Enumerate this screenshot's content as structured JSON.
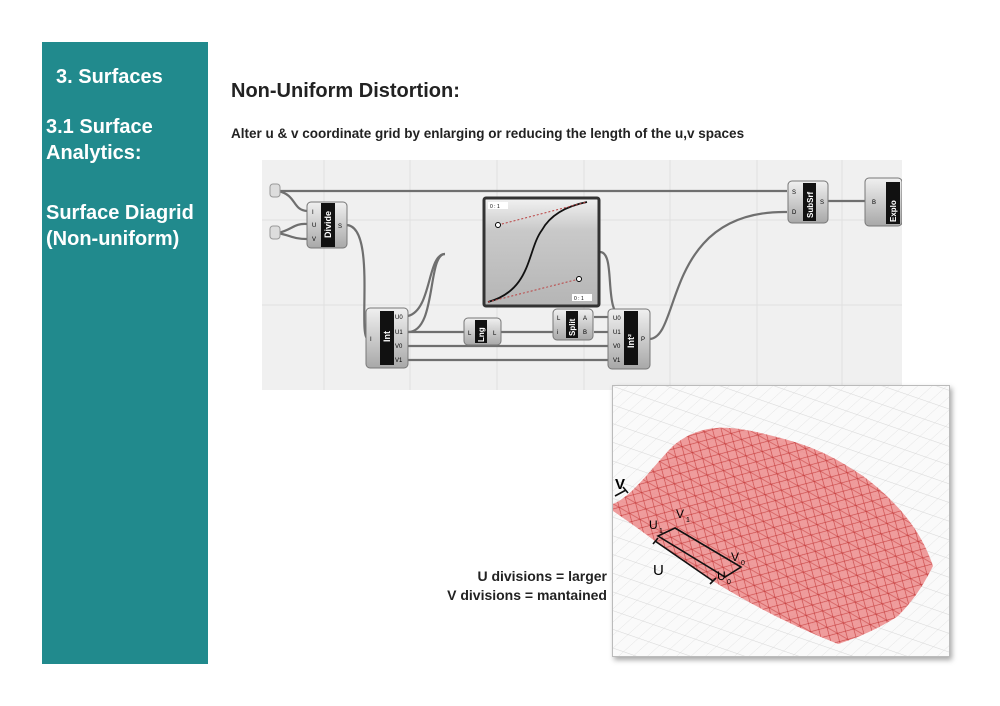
{
  "sidebar": {
    "section": "3. Surfaces",
    "subsection_line1": "3.1 Surface",
    "subsection_line2": "Analytics:",
    "topic_line1": "Surface Diagrid",
    "topic_line2": "(Non-uniform)"
  },
  "title": "Non-Uniform Distortion:",
  "subtitle": "Alter u & v coordinate grid by enlarging or reducing the length of the u,v spaces",
  "graph": {
    "divide": {
      "name": "Divide",
      "inputs": [
        "I",
        "U",
        "V"
      ],
      "output": "S"
    },
    "graph_mapper": {
      "label_top": "0 : 1",
      "label_bottom": "0 : 1"
    },
    "interval": {
      "name": "Int",
      "input": "I",
      "outputs": [
        "U0",
        "U1",
        "V0",
        "V1"
      ]
    },
    "length": {
      "name": "Lng",
      "input": "L",
      "output": "L"
    },
    "split": {
      "name": "Split",
      "inputs": [
        "L",
        "i"
      ],
      "outputs": [
        "A",
        "B"
      ]
    },
    "interval2": {
      "name": "Int²",
      "inputs": [
        "U0",
        "U1",
        "V0",
        "V1"
      ],
      "output": "P"
    },
    "subsrf": {
      "name": "SubSrf",
      "inputs": [
        "S",
        "D"
      ],
      "output": "S"
    },
    "explode": {
      "name": "Explo",
      "input": "B"
    }
  },
  "render": {
    "v_label": "V",
    "u_label": "U",
    "u1": "U",
    "u1_sub": "1",
    "v1": "V",
    "v1_sub": "1",
    "v0": "V",
    "v0_sub": "0",
    "u0": "U",
    "u0_sub": "0",
    "surface_color": "#e87878"
  },
  "captions": {
    "line1": "U divisions = larger",
    "line2": "V divisions =  mantained"
  }
}
